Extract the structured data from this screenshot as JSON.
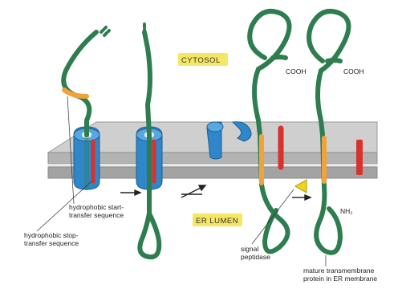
{
  "regions": {
    "cytosol": "CYTOSOL",
    "er_lumen": "ER LUMEN"
  },
  "labels": {
    "start_transfer": [
      "hydrophobic start-",
      "transfer sequence"
    ],
    "stop_transfer": [
      "hydrophobic stop-",
      "transfer sequence"
    ],
    "signal_peptidase": [
      "signal",
      "peptidase"
    ],
    "mature_protein": [
      "mature transmembrane",
      "protein in ER membrane"
    ],
    "cooh_1": "COOH",
    "cooh_2": "COOH",
    "nh2": "NH₂"
  },
  "colors": {
    "chain": "#2e7d4f",
    "translocon": "#2f86c8",
    "start_segment": "#f2a23a",
    "stop_segment": "#d8322d",
    "signal_peptidase": "#f2d21a",
    "membrane_top": "#c9c9c9",
    "membrane_side": "#a9a9a9",
    "region_highlight": "#f5e663"
  }
}
